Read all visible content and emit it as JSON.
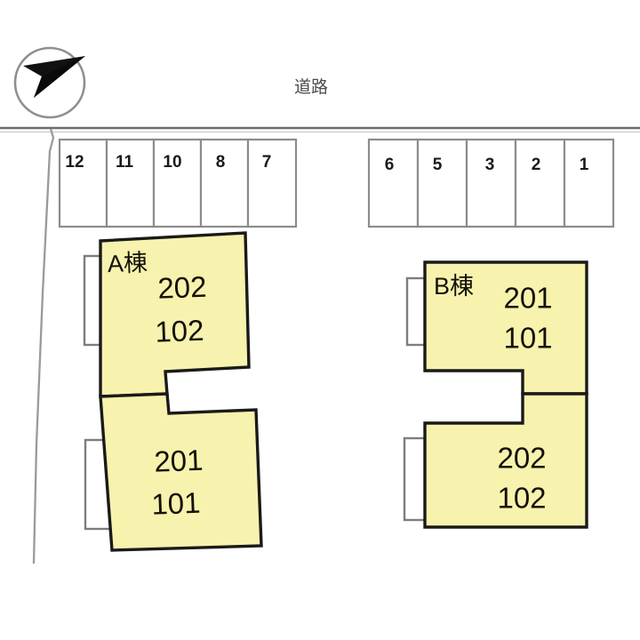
{
  "plan": {
    "road_label": "道路",
    "colors": {
      "building_fill": "#f7f2ad",
      "building_stroke": "#1a1a1a",
      "stall_stroke": "#8c8c8c",
      "balcony_stroke": "#7d7d7d",
      "boundary_stroke": "#9a9a9a",
      "road_stroke": "#6b6b6b",
      "background": "#ffffff",
      "text": "#1a1a1a"
    },
    "compass": {
      "icon": "compass-north-arrow-icon",
      "direction": "northeast"
    },
    "parking": {
      "left_row": [
        {
          "label": "12"
        },
        {
          "label": "11"
        },
        {
          "label": "10"
        },
        {
          "label": "8"
        },
        {
          "label": "7"
        }
      ],
      "right_row": [
        {
          "label": "6"
        },
        {
          "label": "5"
        },
        {
          "label": "3"
        },
        {
          "label": "2"
        },
        {
          "label": "1"
        }
      ]
    },
    "buildings": [
      {
        "id": "a",
        "name": "A棟",
        "upper_units": [
          "202",
          "102"
        ],
        "lower_units": [
          "201",
          "101"
        ]
      },
      {
        "id": "b",
        "name": "B棟",
        "upper_units": [
          "201",
          "101"
        ],
        "lower_units": [
          "202",
          "102"
        ]
      }
    ]
  }
}
